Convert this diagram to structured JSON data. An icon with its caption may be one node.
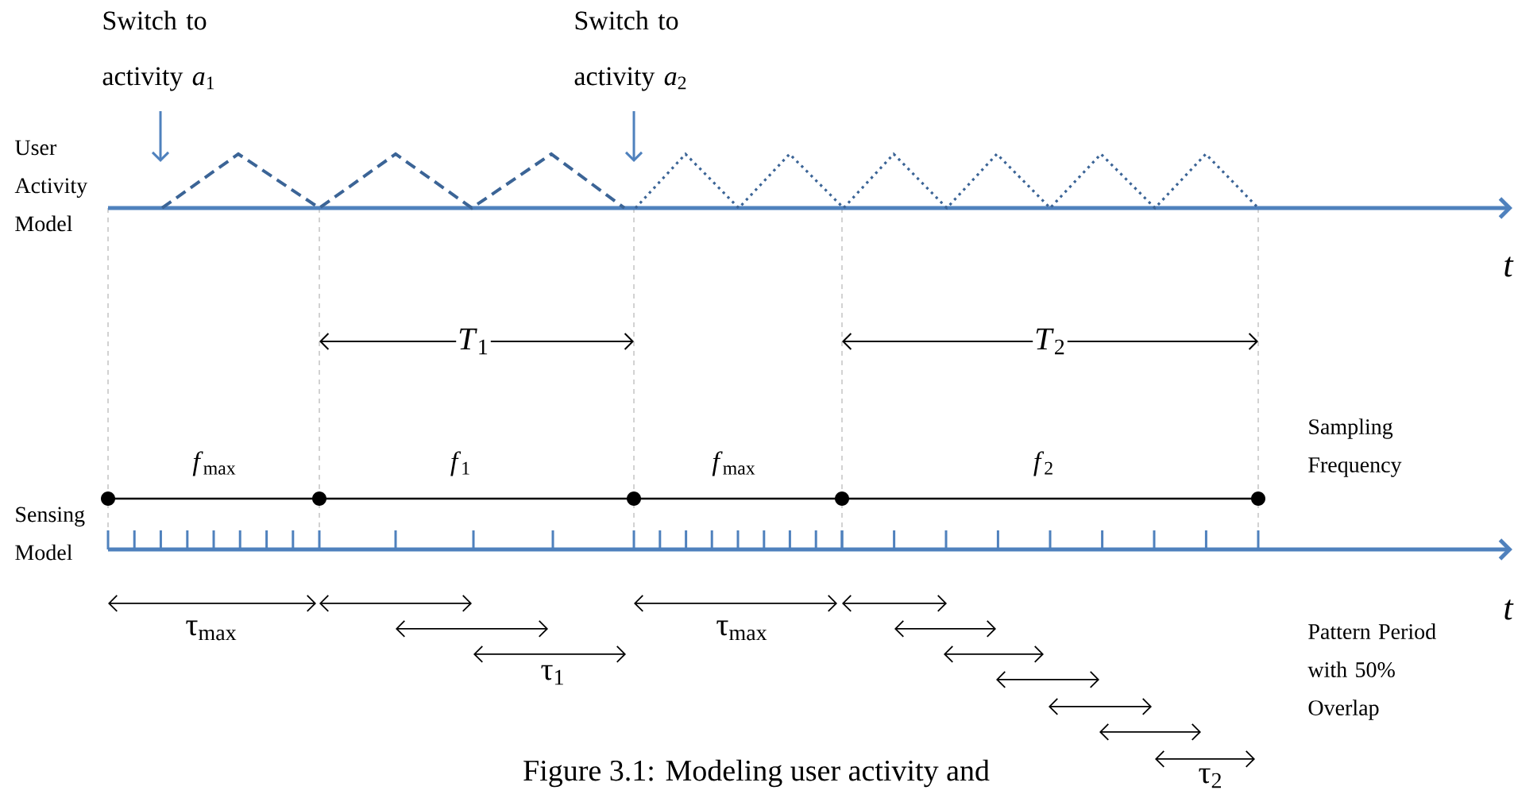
{
  "diagram": {
    "caption": "Figure 3.1: Modeling user activity and",
    "labels": [
      "Switch to activity *a*$_{1}$",
      "Switch to activity *a*$_{2}$",
      "User Activity Model",
      "*t*",
      "*T*$_{1}$",
      "*T*$_{2}$",
      "Sampling Frequency",
      "*f*$_{max}$",
      "*f*$_{1}$",
      "*f*$_{max}$",
      "*f*$_{2}$",
      "Sensing Model",
      "*t*",
      "τ$_{max}$",
      "τ$_{1}$",
      "τ$_{max}$",
      "τ$_{2}$",
      "Pattern Period with 50% Overlap"
    ]
  }
}
